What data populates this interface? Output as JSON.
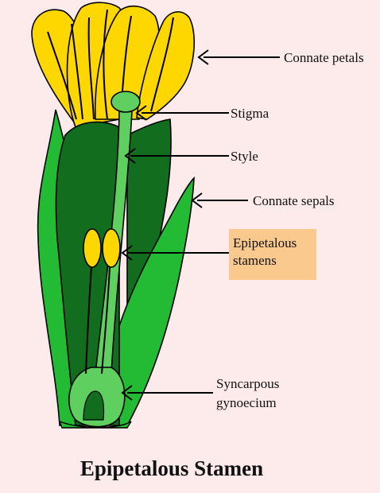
{
  "title": "Epipetalous Stamen",
  "labels": {
    "connate_petals": "Connate petals",
    "stigma": "Stigma",
    "style": "Style",
    "connate_sepals": "Connate sepals",
    "epipetalous_stamens_line1": "Epipetalous",
    "epipetalous_stamens_line2": "stamens",
    "syncarpous_gynoecium_line1": "Syncarpous",
    "syncarpous_gynoecium_line2": "gynoecium"
  },
  "colors": {
    "background": "#fdeaea",
    "petal_yellow": "#ffd700",
    "sepal_light_green": "#22bb33",
    "sepal_dark_green": "#126e1e",
    "pistil_green": "#5fcf5f",
    "anther_yellow": "#ffd700",
    "highlight_box": "#f9c98e"
  }
}
